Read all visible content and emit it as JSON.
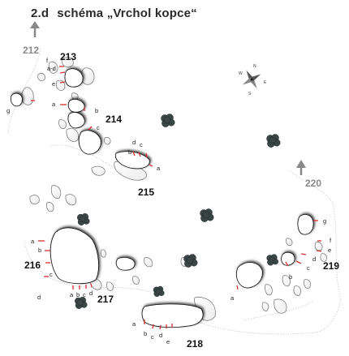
{
  "title": {
    "number": "2.d",
    "text": "schéma „Vrchol kopce“"
  },
  "exits": [
    "212",
    "220"
  ],
  "compass": [
    "N",
    "E",
    "S",
    "W"
  ],
  "routes": [
    {
      "id": "213",
      "points": [
        "f",
        "a-d",
        "e",
        "g"
      ]
    },
    {
      "id": "214",
      "points": [
        "a",
        "b",
        "c"
      ]
    },
    {
      "id": "215",
      "points": [
        "d",
        "c",
        "b",
        "a"
      ]
    },
    {
      "id": "216",
      "points": [
        "a",
        "b",
        "c",
        "d"
      ]
    },
    {
      "id": "217",
      "points": [
        "a",
        "b",
        "c",
        "d"
      ]
    },
    {
      "id": "218",
      "points": [
        "a",
        "b",
        "c",
        "d",
        "e"
      ]
    },
    {
      "id": "219",
      "points": [
        "g",
        "f",
        "e",
        "d",
        "c",
        "b",
        "a"
      ]
    }
  ]
}
